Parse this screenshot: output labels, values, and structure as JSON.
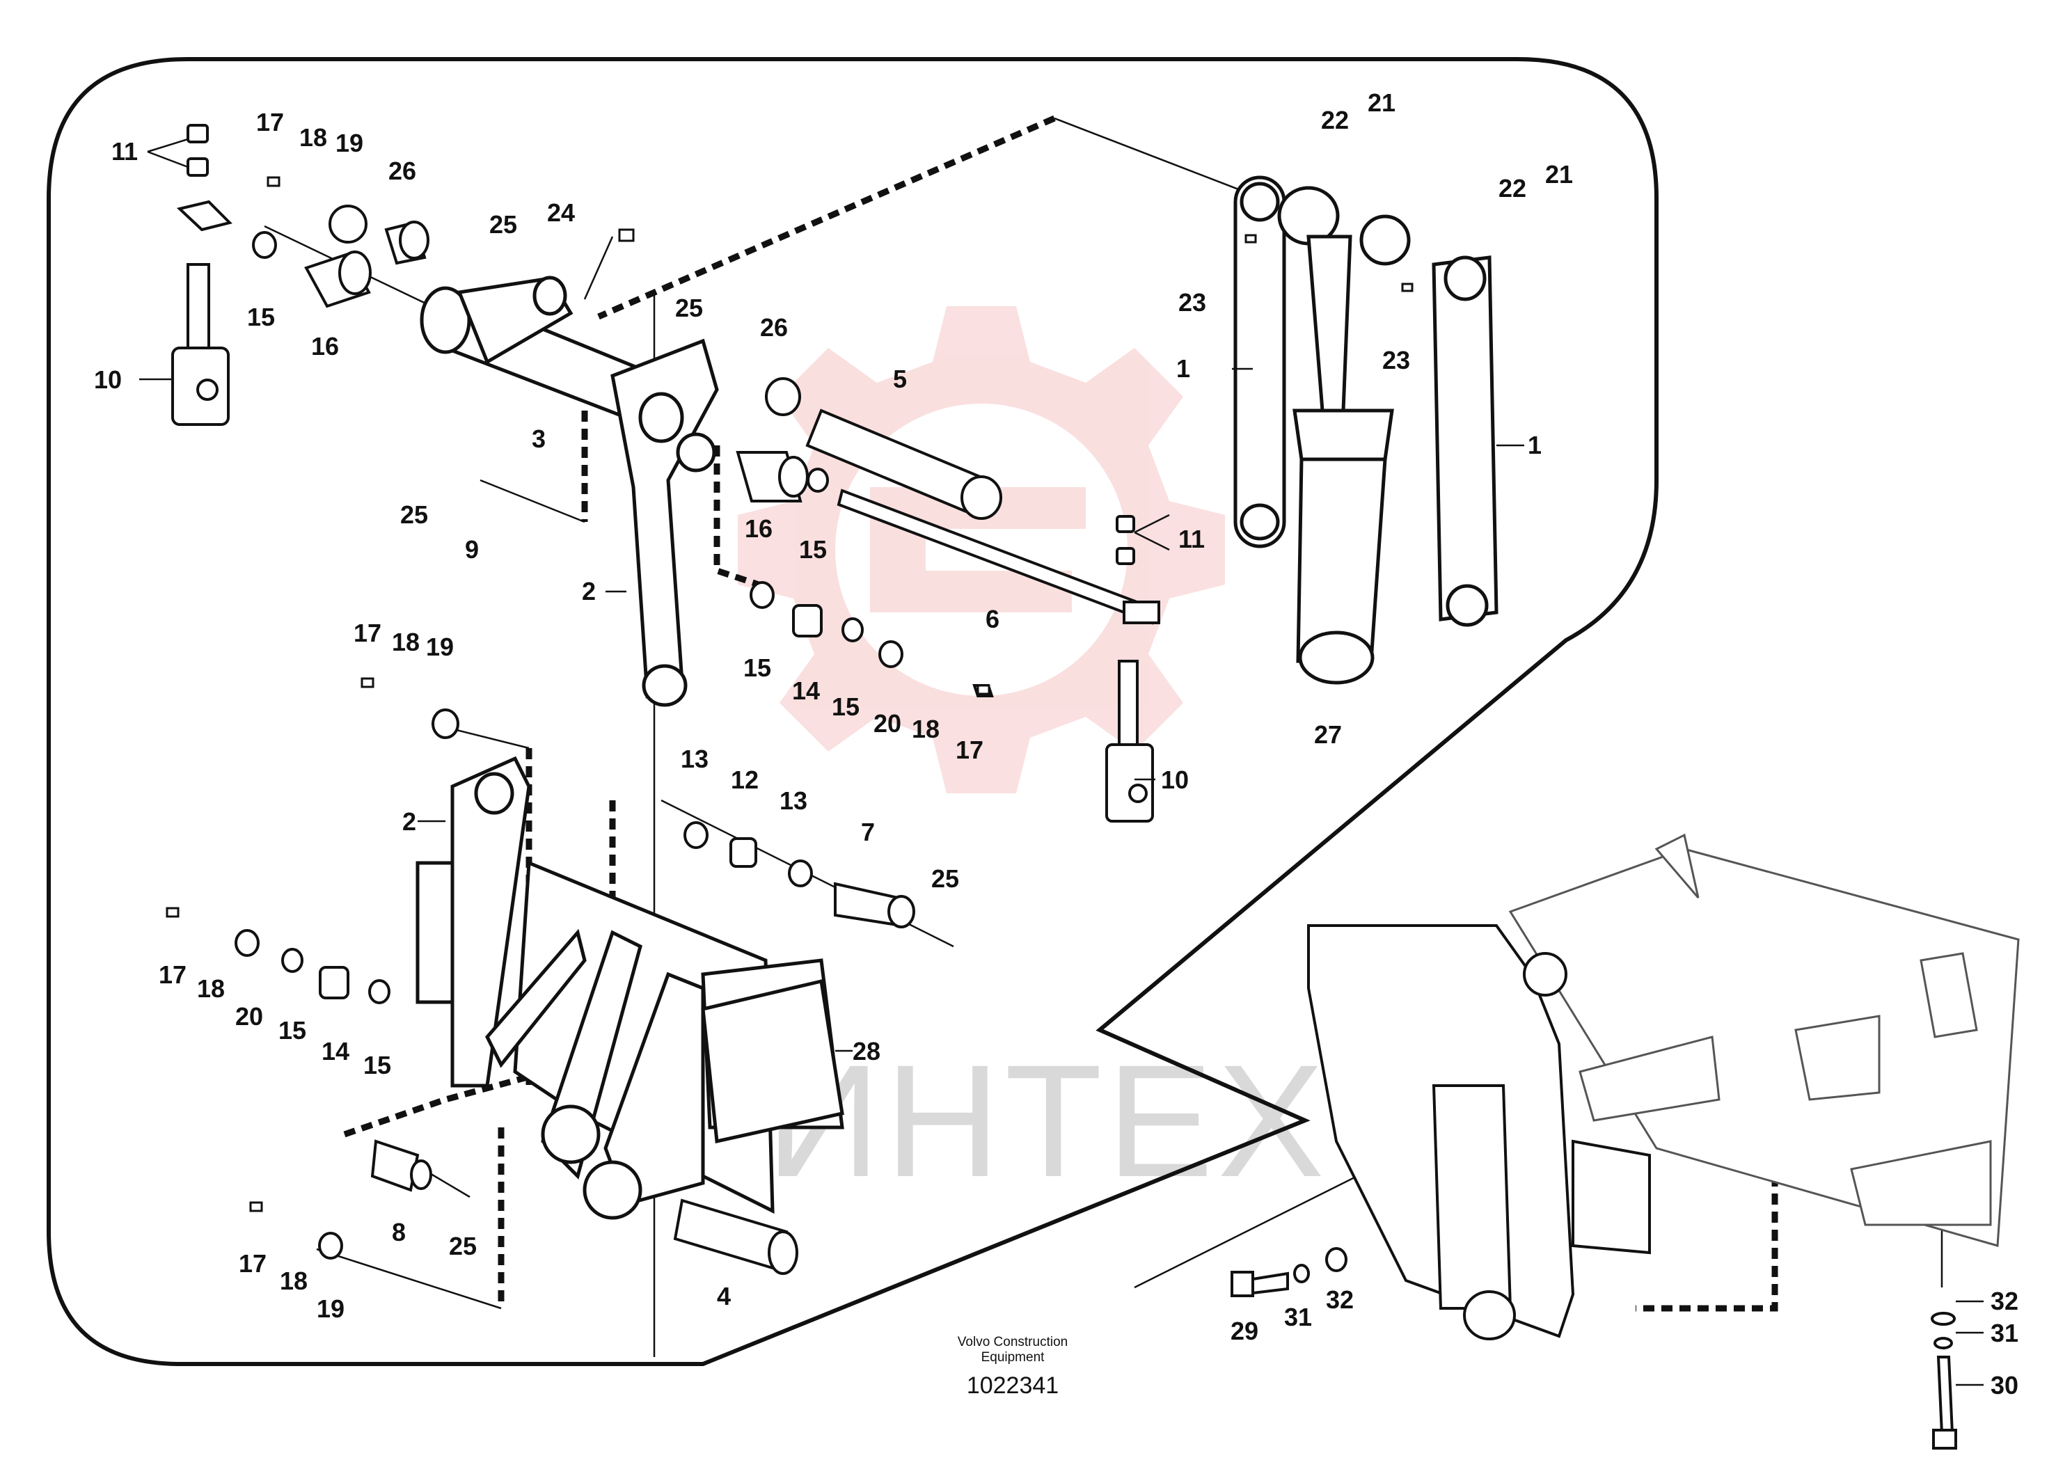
{
  "diagram": {
    "part_numbers": [
      "1",
      "2",
      "3",
      "4",
      "5",
      "6",
      "7",
      "8",
      "9",
      "10",
      "11",
      "12",
      "13",
      "14",
      "15",
      "16",
      "17",
      "18",
      "19",
      "20",
      "21",
      "22",
      "23",
      "24",
      "25",
      "26",
      "27",
      "28",
      "29",
      "30",
      "31",
      "32"
    ],
    "callouts": {
      "c11a": "11",
      "c17a": "17",
      "c18a": "18",
      "c19a": "19",
      "c26a": "26",
      "c25a": "25",
      "c24": "24",
      "c10a": "10",
      "c15a": "15",
      "c16a": "16",
      "c3": "3",
      "c25b": "25",
      "c26b": "26",
      "c5": "5",
      "c25c": "25",
      "c9": "9",
      "c16b": "16",
      "c15b": "15",
      "c2a": "2",
      "c6": "6",
      "c11b": "11",
      "c15c": "15",
      "c14a": "14",
      "c15d": "15",
      "c20a": "20",
      "c18b": "18",
      "c17b": "17",
      "c10b": "10",
      "c22a": "22",
      "c21a": "21",
      "c22b": "22",
      "c21b": "21",
      "c23a": "23",
      "c23b": "23",
      "c1a": "1",
      "c1b": "1",
      "c27": "27",
      "c17c": "17",
      "c18c": "18",
      "c19b": "19",
      "c2b": "2",
      "c13a": "13",
      "c12": "12",
      "c13b": "13",
      "c7": "7",
      "c25d": "25",
      "c17d": "17",
      "c18d": "18",
      "c20b": "20",
      "c15e": "15",
      "c14b": "14",
      "c15f": "15",
      "c28": "28",
      "c8": "8",
      "c25e": "25",
      "c4": "4",
      "c17e": "17",
      "c18e": "18",
      "c19c": "19",
      "c29": "29",
      "c31a": "31",
      "c32a": "32",
      "c32b": "32",
      "c31b": "31",
      "c30": "30"
    }
  },
  "footer": {
    "brand_line1": "Volvo Construction",
    "brand_line2": "Equipment",
    "drawing_number": "1022341"
  },
  "watermark": {
    "text": "ИНТЕХ",
    "color": "#f4b8b8"
  }
}
